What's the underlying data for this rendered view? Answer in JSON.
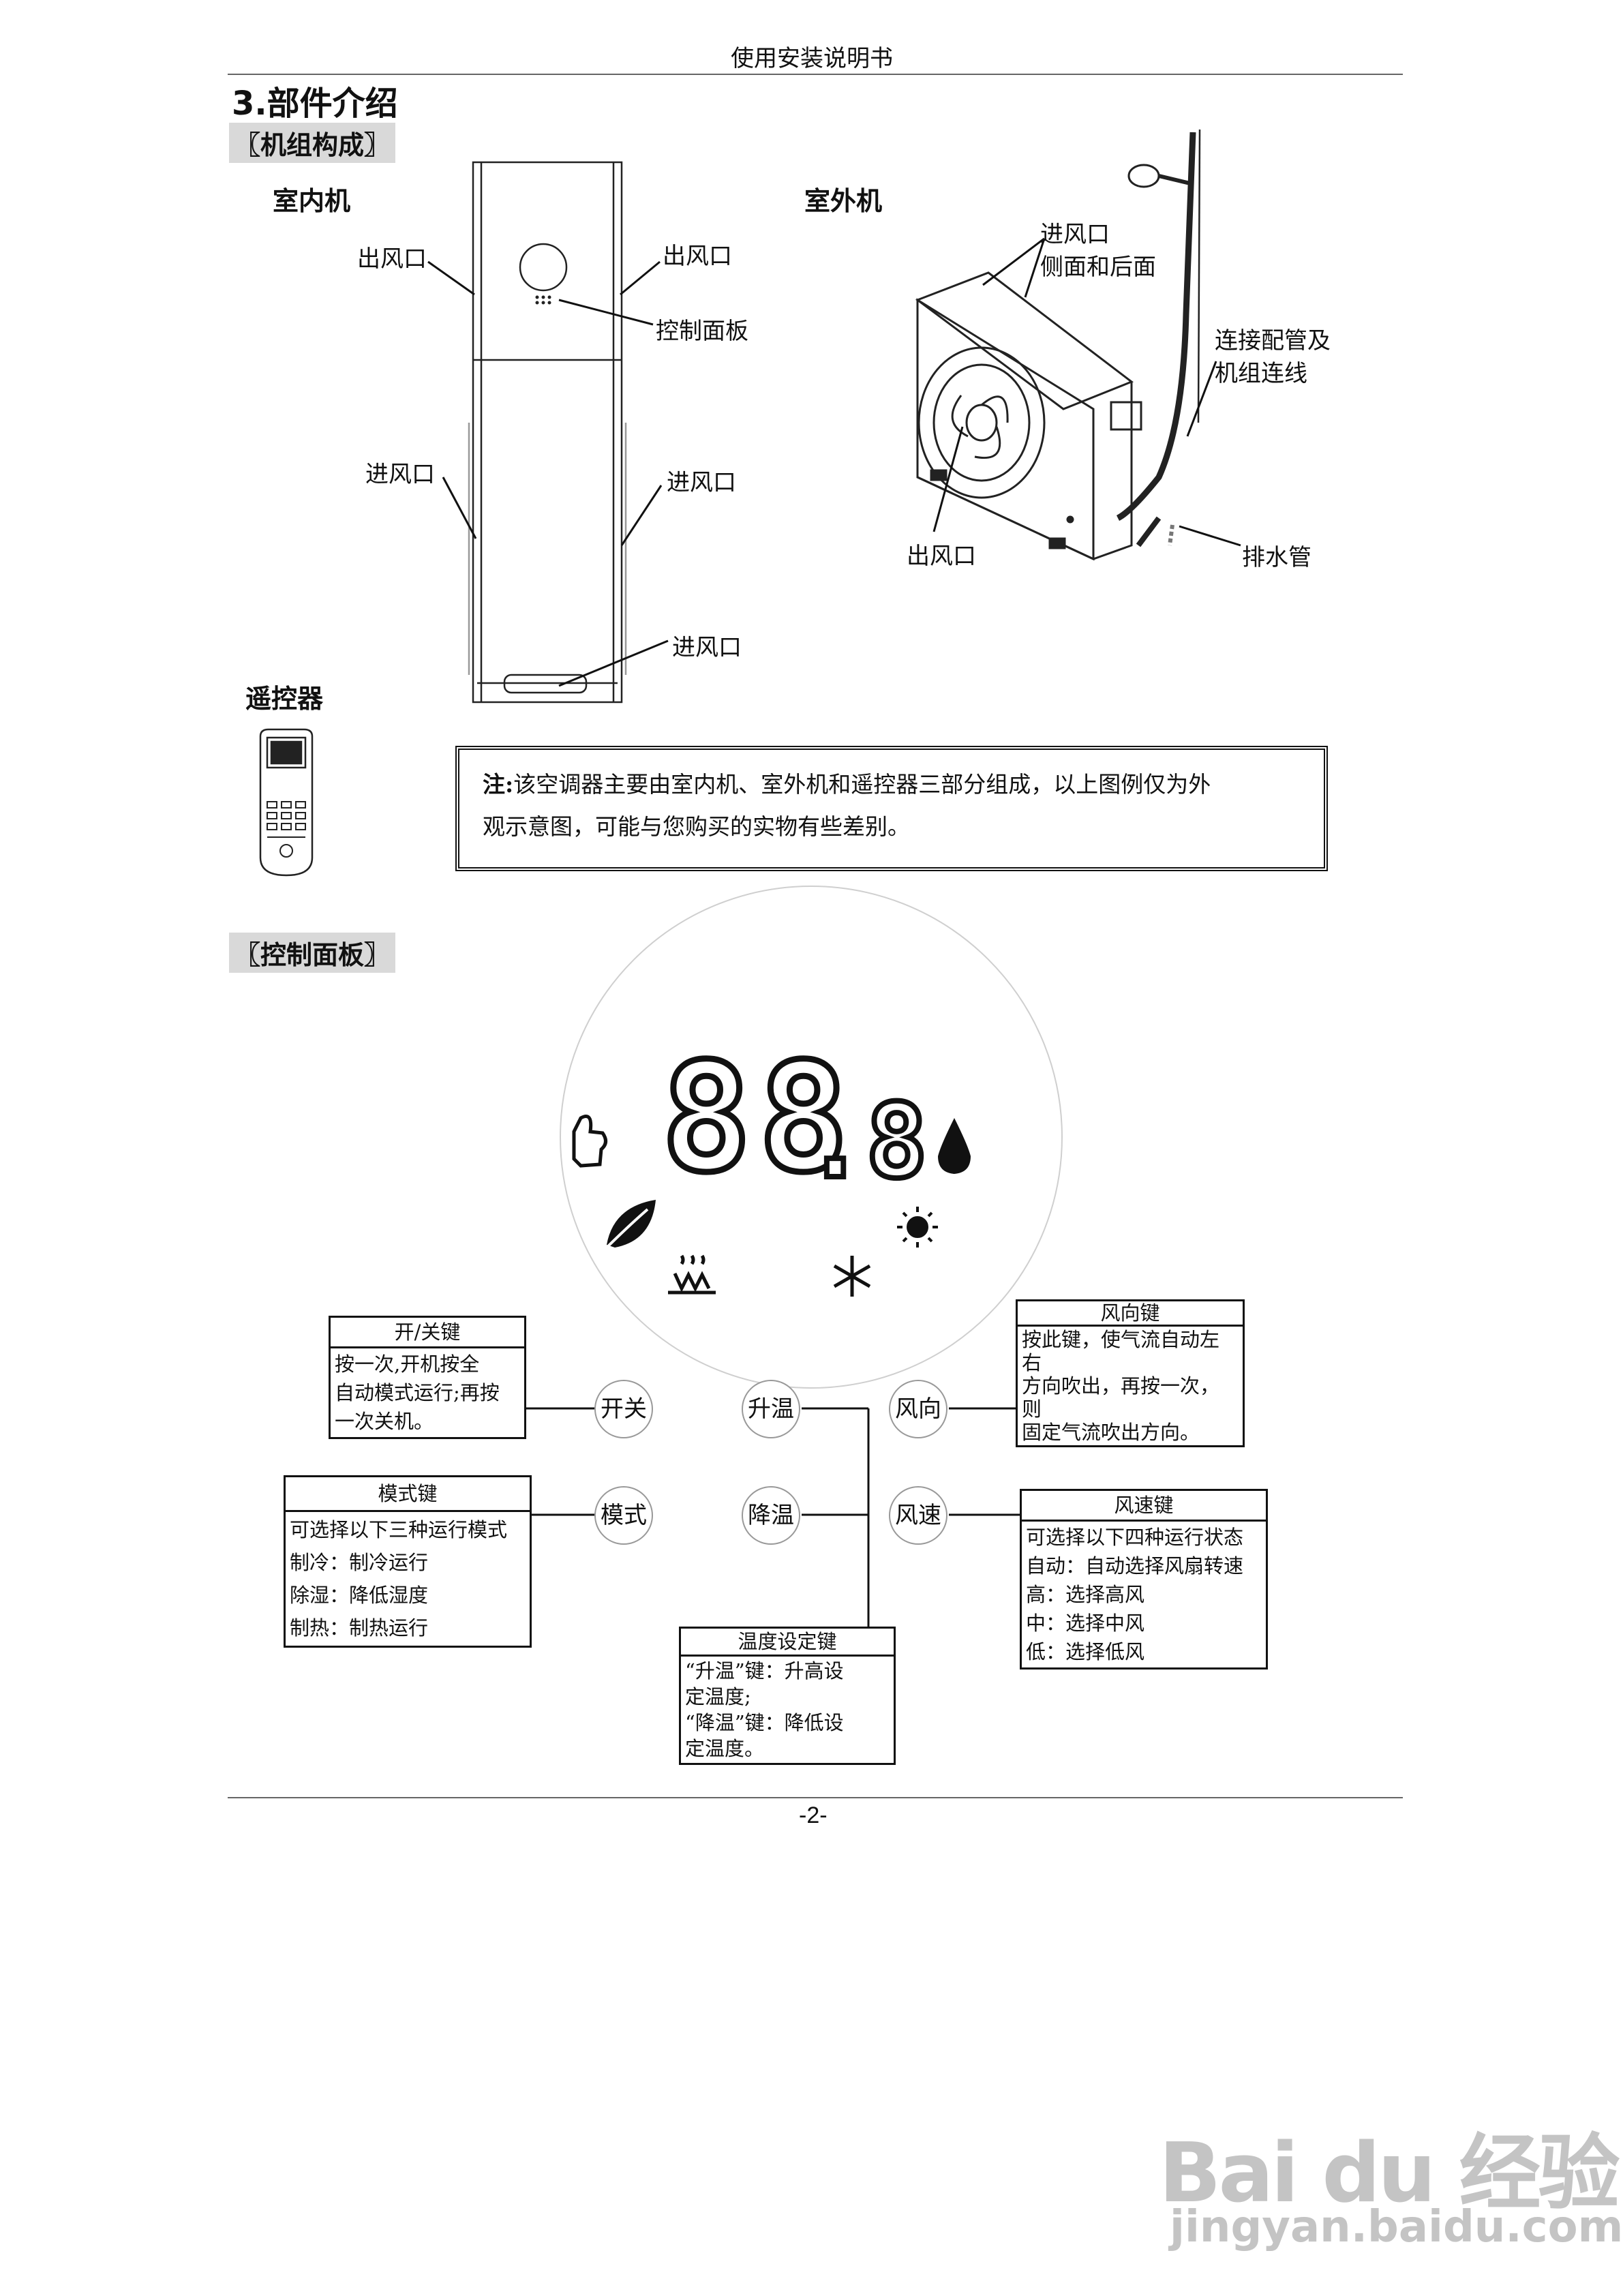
{
  "header": {
    "title": "使用安装说明书"
  },
  "section": {
    "title": "3.部件介绍"
  },
  "units": {
    "heading": "〖机组构成〗",
    "indoor": {
      "title": "室内机",
      "outlet_left": "出风口",
      "outlet_right": "出风口",
      "control_panel": "控制面板",
      "inlet_left": "进风口",
      "inlet_right": "进风口",
      "inlet_bottom": "进风口"
    },
    "outdoor": {
      "title": "室外机",
      "inlet_line1": "进风口",
      "inlet_line2": "侧面和后面",
      "pipe_line1": "连接配管及",
      "pipe_line2": "机组连线",
      "outlet": "出风口",
      "drain": "排水管"
    },
    "remote": {
      "title": "遥控器"
    },
    "note": {
      "prefix": "注:",
      "line1": "该空调器主要由室内机、室外机和遥控器三部分组成，以上图例仅为外",
      "line2": "观示意图，可能与您购买的实物有些差别。"
    }
  },
  "panel": {
    "heading": "〖控制面板〗",
    "display": {
      "digits": "88",
      "decimal": ".8"
    },
    "keys": {
      "power": "开关",
      "mode": "模式",
      "temp_up": "升温",
      "temp_down": "降温",
      "swing": "风向",
      "fan": "风速"
    },
    "power_box": {
      "title": "开/关键",
      "body": "按一次,开机按全\n自动模式运行;再按\n一次关机。"
    },
    "mode_box": {
      "title": "模式键",
      "body": "可选择以下三种运行模式\n制冷：制冷运行\n除湿：降低湿度\n制热：制热运行"
    },
    "temp_box": {
      "title": "温度设定键",
      "body": "“升温”键：升高设\n定温度;\n“降温”键：降低设\n定温度。"
    },
    "swing_box": {
      "title": "风向键",
      "body": "按此键，使气流自动左右\n方向吹出，再按一次，则\n固定气流吹出方向。"
    },
    "fan_box": {
      "title": "风速键",
      "body": "可选择以下四种运行状态\n自动：自动选择风扇转速\n高：选择高风\n中：选择中风\n低：选择低风"
    }
  },
  "footer": {
    "page": "-2-"
  },
  "watermark": {
    "brand": "Bai du 经验",
    "url": "jingyan.baidu.com"
  }
}
